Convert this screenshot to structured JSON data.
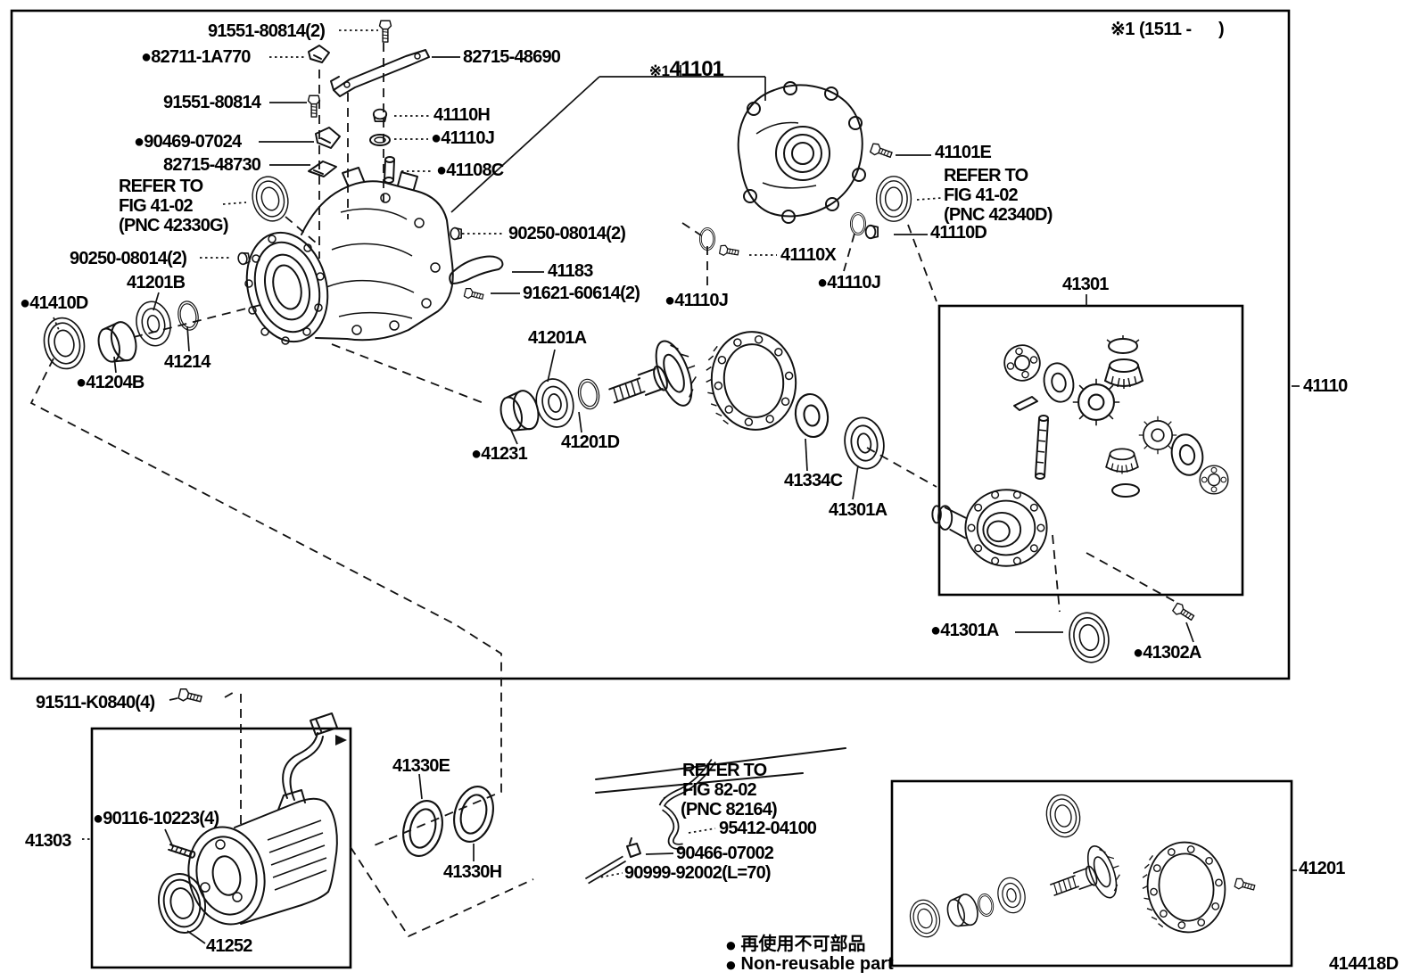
{
  "note_top_right": "※1 (1511 -      )",
  "diagram_code": "414418D",
  "assembly_callout": {
    "prefix": "※1",
    "number": "41101"
  },
  "legend": {
    "marker": "●",
    "jp": "再使用不可部品",
    "en": "Non-reusable part"
  },
  "boxes": {
    "main_assembly": "41110",
    "differential_case_kit": "41301",
    "coupling_assembly": "41303",
    "final_gear_kit": "41201"
  },
  "labels": [
    {
      "text": "91551-80814(2)"
    },
    {
      "text": "●82711-1A770"
    },
    {
      "text": "82715-48690"
    },
    {
      "text": "91551-80814"
    },
    {
      "text": "41110H"
    },
    {
      "text": "●41110J"
    },
    {
      "text": "●90469-07024"
    },
    {
      "text": "82715-48730"
    },
    {
      "text": "●41108C"
    },
    {
      "text": "REFER TO"
    },
    {
      "text": "FIG 41-02"
    },
    {
      "text": "(PNC 42330G)"
    },
    {
      "text": "90250-08014(2)"
    },
    {
      "text": "41201B"
    },
    {
      "text": "●41410D"
    },
    {
      "text": "41214"
    },
    {
      "text": "●41204B"
    },
    {
      "text": "90250-08014(2)"
    },
    {
      "text": "41183"
    },
    {
      "text": "91621-60614(2)"
    },
    {
      "text": "●41110J"
    },
    {
      "text": "41110X"
    },
    {
      "text": "●41110J"
    },
    {
      "text": "41101E"
    },
    {
      "text": "REFER TO"
    },
    {
      "text": "FIG 41-02"
    },
    {
      "text": "(PNC 42340D)"
    },
    {
      "text": "41110D"
    },
    {
      "text": "41301"
    },
    {
      "text": "41110"
    },
    {
      "text": "41201A"
    },
    {
      "text": "●41231"
    },
    {
      "text": "41201D"
    },
    {
      "text": "41334C"
    },
    {
      "text": "41301A"
    },
    {
      "text": "●41301A"
    },
    {
      "text": "●41302A"
    },
    {
      "text": "91511-K0840(4)"
    },
    {
      "text": "●90116-10223(4)"
    },
    {
      "text": "41303"
    },
    {
      "text": "41252"
    },
    {
      "text": "41330E"
    },
    {
      "text": "41330H"
    },
    {
      "text": "REFER TO"
    },
    {
      "text": "FIG 82-02"
    },
    {
      "text": "(PNC 82164)"
    },
    {
      "text": "95412-04100"
    },
    {
      "text": "90466-07002"
    },
    {
      "text": "90999-92002(L=70)"
    },
    {
      "text": "41201"
    }
  ]
}
